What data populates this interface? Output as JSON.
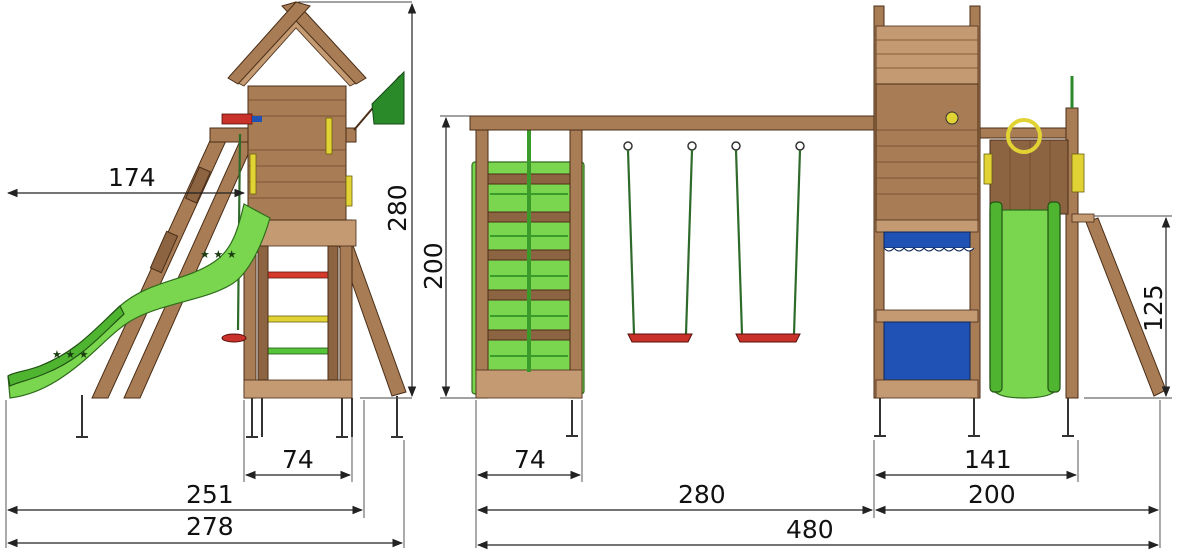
{
  "dimensions": {
    "left_slide_length": "174",
    "left_tower_height": "280",
    "left_tower_width": "74",
    "left_length_inner": "251",
    "left_length_total": "278",
    "front_height": "200",
    "front_climb_width": "74",
    "front_swing_length": "280",
    "front_tower_length": "200",
    "front_slide_area": "141",
    "front_deck_height": "125",
    "front_total_length": "480"
  },
  "colors": {
    "wood": "#a87c55",
    "slide_green": "#7ad64e",
    "seat_red": "#c8322a",
    "canvas_blue": "#1f52b4",
    "flag_green": "#2a8a2a"
  }
}
